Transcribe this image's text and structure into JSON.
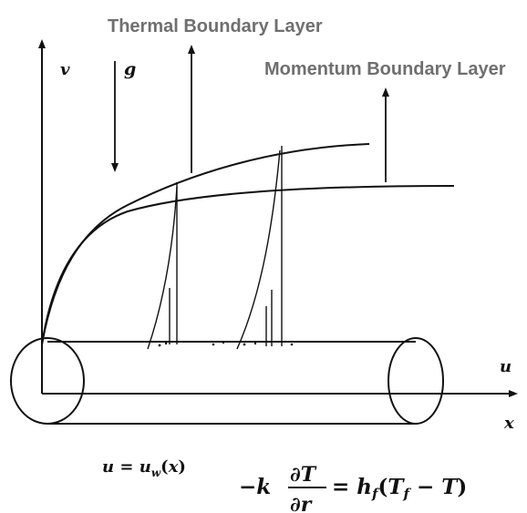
{
  "labels": {
    "thermal_layer": "Thermal Boundary Layer",
    "momentum_layer": "Momentum Boundary Layer",
    "v_axis": "v",
    "gravity": "g",
    "u_axis": "u",
    "x_axis": "x"
  },
  "equations": {
    "wall_velocity": "u = u_w(x)",
    "bc_lhs_sign_k": "−k",
    "bc_partial_T": "∂T",
    "bc_partial_r": "∂r",
    "bc_rhs": "= h_f(T_f − T)"
  },
  "colors": {
    "line": "#111111",
    "label_gray": "#6f6f6f"
  }
}
